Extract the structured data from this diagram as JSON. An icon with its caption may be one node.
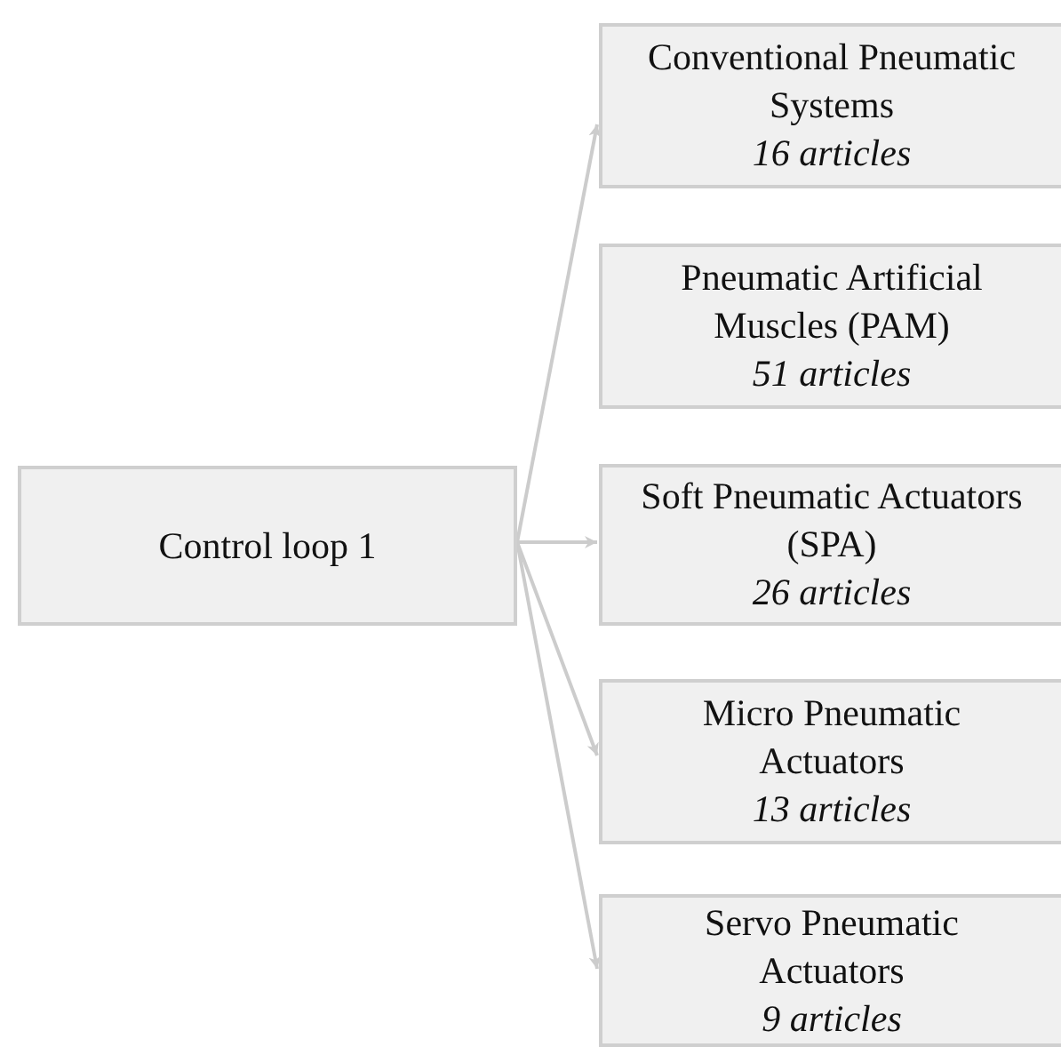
{
  "diagram": {
    "nodes": [
      {
        "text": [
          "Control loop 1"
        ]
      },
      {
        "text": [
          "Conventional Pneumatic Systems",
          "16 articles"
        ]
      },
      {
        "text": [
          "Pneumatic Artificial Muscles (PAM)",
          "51 articles"
        ]
      },
      {
        "text": [
          "Soft Pneumatic Actuators (SPA)",
          "26 articles"
        ]
      },
      {
        "text": [
          "Micro Pneumatic Actuators",
          "13 articles"
        ]
      },
      {
        "text": [
          "Servo Pneumatic Actuators",
          "9 articles"
        ]
      }
    ],
    "edges": [
      {
        "from": 0,
        "to": 1,
        "arrow": "to"
      },
      {
        "from": 0,
        "to": 3,
        "arrow": "to"
      },
      {
        "from": 0,
        "to": 4,
        "arrow": "to"
      },
      {
        "from": 0,
        "to": 5,
        "arrow": "to"
      }
    ]
  }
}
